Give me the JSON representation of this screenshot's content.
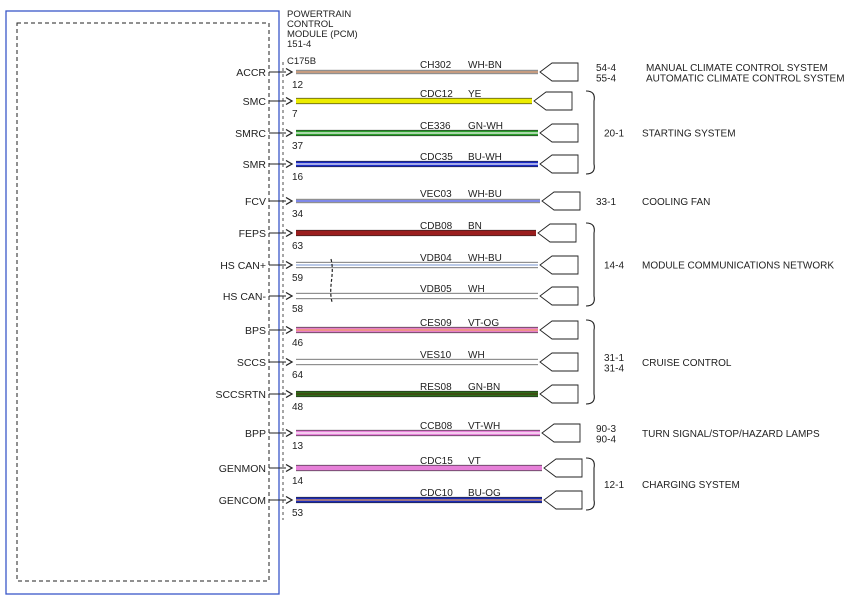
{
  "module": {
    "name_lines": [
      "POWERTRAIN",
      "CONTROL",
      "MODULE (PCM)",
      "151-4"
    ],
    "connector": "C175B",
    "outline_color": "#3a58c8"
  },
  "circuits": [
    {
      "pin": "ACCR",
      "pin_no": "12",
      "circuit": "CH302",
      "color_code": "WH-BN",
      "color": "#ffffff",
      "stripe": "#a05a2c",
      "thick": false,
      "stop": 538
    },
    {
      "pin": "SMC",
      "pin_no": "7",
      "circuit": "CDC12",
      "color_code": "YE",
      "color": "#ecec00",
      "stripe": null,
      "thick": true,
      "stop": 532
    },
    {
      "pin": "SMRC",
      "pin_no": "37",
      "circuit": "CE336",
      "color_code": "GN-WH",
      "color": "#2ea02e",
      "stripe": "#ffffff",
      "thick": true,
      "stop": 538
    },
    {
      "pin": "SMR",
      "pin_no": "16",
      "circuit": "CDC35",
      "color_code": "BU-WH",
      "color": "#1c2cc8",
      "stripe": "#ffffff",
      "thick": true,
      "stop": 538
    },
    {
      "pin": "FCV",
      "pin_no": "34",
      "circuit": "VEC03",
      "color_code": "WH-BU",
      "color": "#ffffff",
      "stripe": "#2a3ad8",
      "thick": false,
      "stop": 540
    },
    {
      "pin": "FEPS",
      "pin_no": "63",
      "circuit": "CDB08",
      "color_code": "BN",
      "color": "#9a1e1e",
      "stripe": null,
      "thick": true,
      "stop": 536
    },
    {
      "pin": "HS CAN+",
      "pin_no": "59",
      "circuit": "VDB04",
      "color_code": "WH-BU",
      "color": "#ffffff",
      "stripe": "#8ea6d8",
      "thick": true,
      "stop": 538
    },
    {
      "pin": "HS CAN-",
      "pin_no": "58",
      "circuit": "VDB05",
      "color_code": "WH",
      "color": "#ffffff",
      "stripe": null,
      "thick": true,
      "stop": 538
    },
    {
      "pin": "BPS",
      "pin_no": "46",
      "circuit": "CES09",
      "color_code": "VT-OG",
      "color": "#e680c8",
      "stripe": "#f0a060",
      "thick": true,
      "stop": 538
    },
    {
      "pin": "SCCS",
      "pin_no": "64",
      "circuit": "VES10",
      "color_code": "WH",
      "color": "#ffffff",
      "stripe": null,
      "thick": true,
      "stop": 538
    },
    {
      "pin": "SCCSRTN",
      "pin_no": "48",
      "circuit": "RES08",
      "color_code": "GN-BN",
      "color": "#2e6e1a",
      "stripe": "#4a3a10",
      "thick": true,
      "stop": 538
    },
    {
      "pin": "BPP",
      "pin_no": "13",
      "circuit": "CCB08",
      "color_code": "VT-WH",
      "color": "#e680d8",
      "stripe": "#ffffff",
      "thick": true,
      "stop": 540
    },
    {
      "pin": "GENMON",
      "pin_no": "14",
      "circuit": "CDC15",
      "color_code": "VT",
      "color": "#e680d8",
      "stripe": null,
      "thick": true,
      "stop": 542
    },
    {
      "pin": "GENCOM",
      "pin_no": "53",
      "circuit": "CDC10",
      "color_code": "BU-OG",
      "color": "#1c2cb8",
      "stripe": "#f0a060",
      "thick": true,
      "stop": 542
    }
  ],
  "systems": [
    {
      "refs": [
        "54-4",
        "55-4"
      ],
      "labels": [
        "MANUAL CLIMATE CONTROL SYSTEM",
        "AUTOMATIC CLIMATE CONTROL SYSTEM"
      ],
      "from": 0,
      "to": 0,
      "bracket": false
    },
    {
      "refs": [
        "20-1"
      ],
      "labels": [
        "STARTING SYSTEM"
      ],
      "from": 1,
      "to": 3,
      "bracket": true
    },
    {
      "refs": [
        "33-1"
      ],
      "labels": [
        "COOLING FAN"
      ],
      "from": 4,
      "to": 4,
      "bracket": false
    },
    {
      "refs": [
        "14-4"
      ],
      "labels": [
        "MODULE COMMUNICATIONS NETWORK"
      ],
      "from": 5,
      "to": 7,
      "bracket": true
    },
    {
      "refs": [
        "31-1",
        "31-4"
      ],
      "labels": [
        "CRUISE CONTROL"
      ],
      "from": 8,
      "to": 10,
      "bracket": true
    },
    {
      "refs": [
        "90-3",
        "90-4"
      ],
      "labels": [
        "TURN SIGNAL/STOP/HAZARD LAMPS"
      ],
      "from": 11,
      "to": 11,
      "bracket": false
    },
    {
      "refs": [
        "12-1"
      ],
      "labels": [
        "CHARGING SYSTEM"
      ],
      "from": 12,
      "to": 13,
      "bracket": true
    }
  ]
}
